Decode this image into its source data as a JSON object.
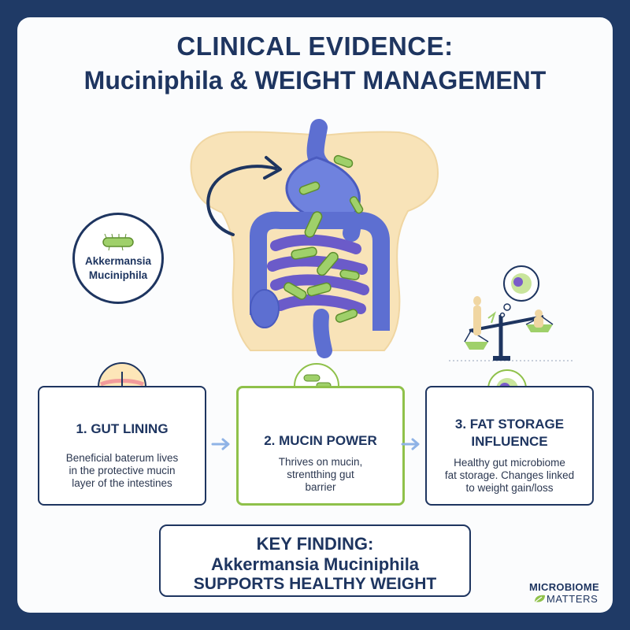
{
  "title": {
    "line1": "CLINICAL EVIDENCE:",
    "line2": "Muciniphila & WEIGHT MANAGEMENT"
  },
  "badge": {
    "line1": "Akkermansia",
    "line2": "Muciniphila"
  },
  "steps": [
    {
      "heading_lines": [
        "1. GUT LINING"
      ],
      "body_lines": [
        "Beneficial baterum lives",
        "in the protective mucin",
        "layer of the intestines"
      ],
      "icon": "skin-layer-icon"
    },
    {
      "heading_lines": [
        "2. MUCIN POWER"
      ],
      "body_lines": [
        "Thrives on mucin,",
        "strentthing gut",
        "barrier"
      ],
      "icon": "bacteria-icon"
    },
    {
      "heading_lines": [
        "3. FAT STORAGE",
        "INFLUENCE"
      ],
      "body_lines": [
        "Healthy gut microbiome",
        "fat storage. Changes linked",
        "to weight gain/loss"
      ],
      "icon": "fat-cell-icon"
    }
  ],
  "key_finding": {
    "line1": "KEY FINDING:",
    "line2": "Akkermansia Muciniphila",
    "line3": "SUPPORTS HEALTHY WEIGHT"
  },
  "brand": {
    "line1": "MICROBIOME",
    "line2": "MATTERS"
  },
  "colors": {
    "navy": "#1e3560",
    "frame": "#1f3a66",
    "green": "#8fc14a",
    "skin": "#f8e3b8",
    "gut_blue": "#5d6fd1",
    "gut_purple": "#6b5bc9"
  }
}
